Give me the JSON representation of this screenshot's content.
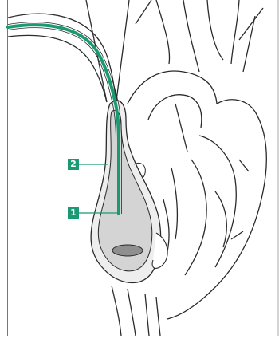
{
  "diagram": {
    "callouts": [
      {
        "id": "1",
        "label": "1"
      },
      {
        "id": "2",
        "label": "2"
      }
    ],
    "colors": {
      "accent": "#1a9a72",
      "outline": "#2a2a2a",
      "fill_light": "#eeeeee",
      "fill_mid": "#cfcfcf",
      "fill_dark": "#8f8f8f"
    }
  }
}
